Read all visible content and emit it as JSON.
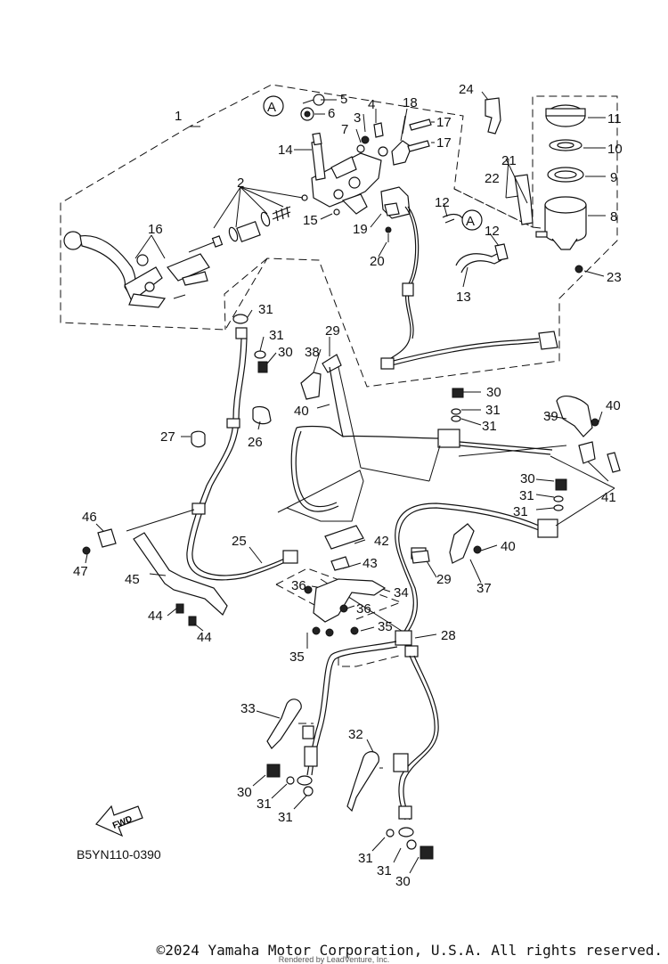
{
  "diagram": {
    "code": "B5YN110-0390",
    "fwd_label": "FWD",
    "ref_marker": "A",
    "callouts": {
      "c1": "1",
      "c2": "2",
      "c3": "3",
      "c4": "4",
      "c5": "5",
      "c6": "6",
      "c7": "7",
      "c8": "8",
      "c9": "9",
      "c10": "10",
      "c11": "11",
      "c12a": "12",
      "c12b": "12",
      "c13": "13",
      "c14": "14",
      "c15": "15",
      "c16": "16",
      "c17a": "17",
      "c17b": "17",
      "c18": "18",
      "c19": "19",
      "c20": "20",
      "c21": "21",
      "c22": "22",
      "c23": "23",
      "c24": "24",
      "c25": "25",
      "c26": "26",
      "c27": "27",
      "c28": "28",
      "c29a": "29",
      "c29b": "29",
      "c30a": "30",
      "c30b": "30",
      "c30c": "30",
      "c30d": "30",
      "c30e": "30",
      "c31a": "31",
      "c31b": "31",
      "c31c": "31",
      "c31d": "31",
      "c31e": "31",
      "c31f": "31",
      "c31g": "31",
      "c31h": "31",
      "c31i": "31",
      "c31j": "31",
      "c32": "32",
      "c33": "33",
      "c34": "34",
      "c35a": "35",
      "c35b": "35",
      "c36a": "36",
      "c36b": "36",
      "c37": "37",
      "c38": "38",
      "c39": "39",
      "c40a": "40",
      "c40b": "40",
      "c40c": "40",
      "c41": "41",
      "c42": "42",
      "c43": "43",
      "c44a": "44",
      "c44b": "44",
      "c45": "45",
      "c46": "46",
      "c47": "47"
    }
  },
  "footer": {
    "copyright": "©2024 Yamaha Motor Corporation, U.S.A. All rights reserved.",
    "rendered_by": "Rendered by LeadVenture, Inc."
  }
}
